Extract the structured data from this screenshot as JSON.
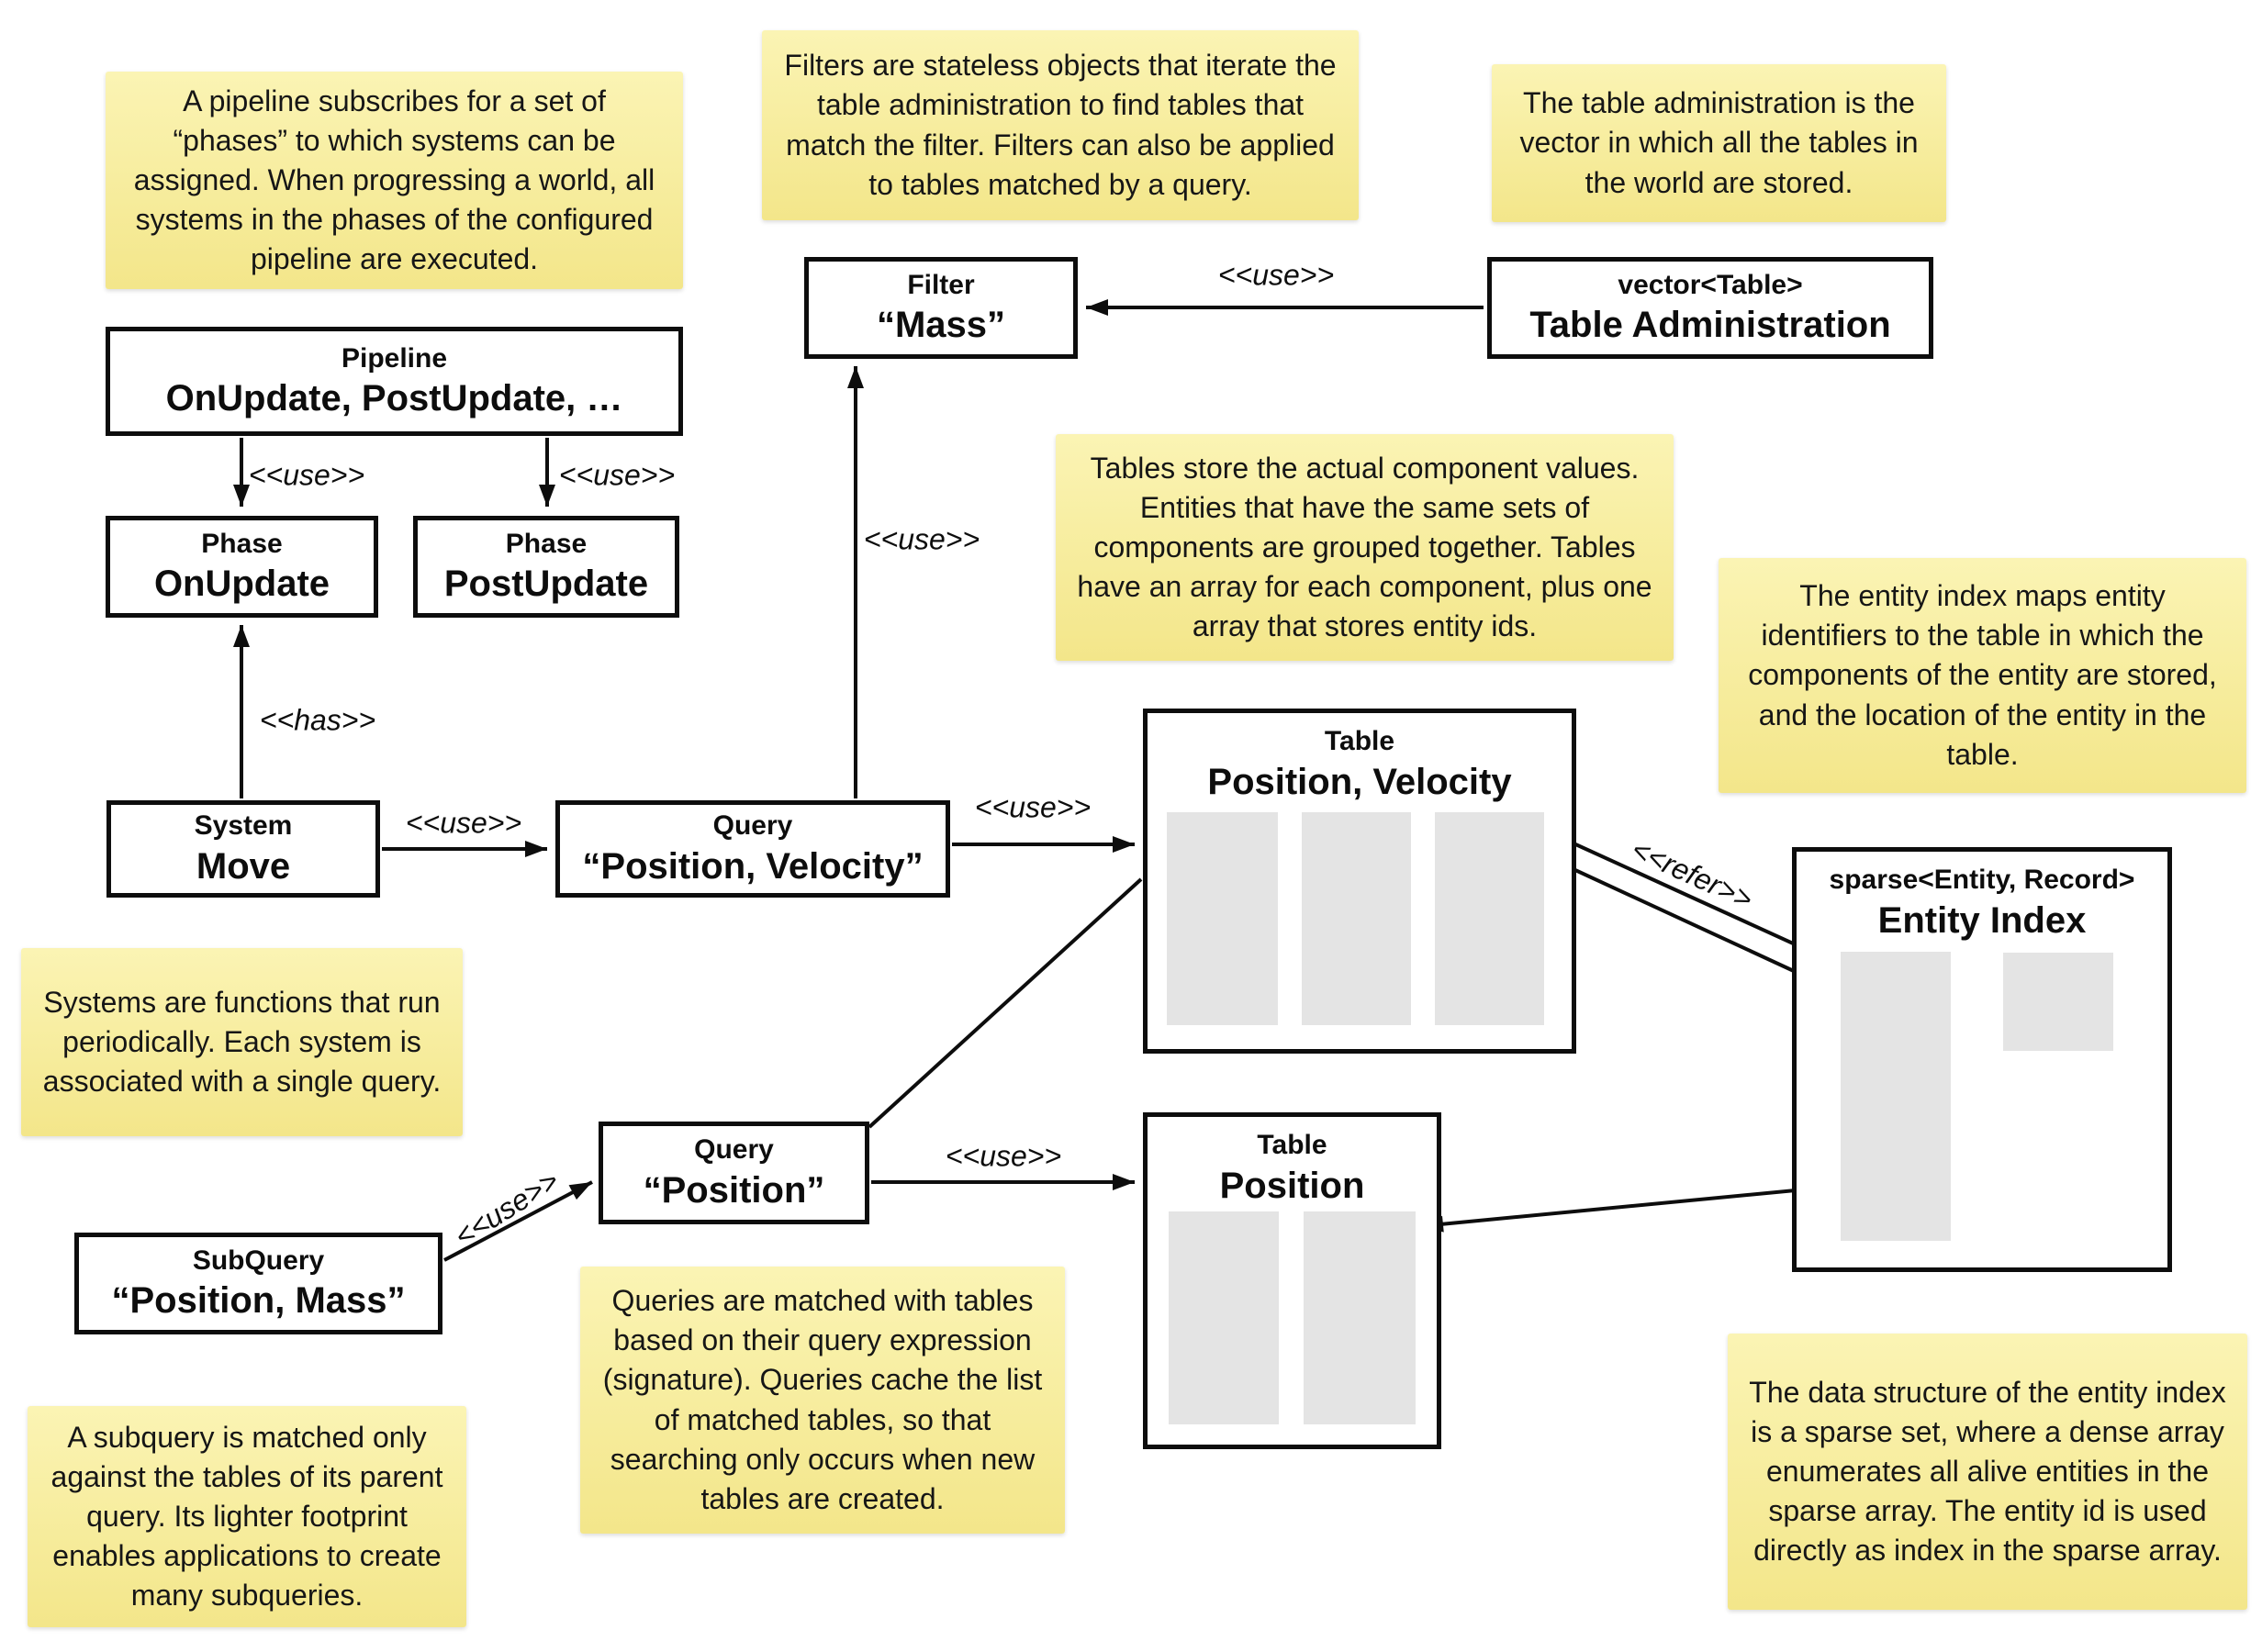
{
  "colors": {
    "note_top": "#fbf4b4",
    "note_bottom": "#f3e68a",
    "ink": "#0d0d0d",
    "array_fill": "#e4e4e4",
    "bg": "#ffffff"
  },
  "notes": {
    "pipeline": "A pipeline subscribes for a set of “phases” to which systems can be assigned. When progressing a world, all systems in the phases of the configured pipeline are executed.",
    "filters": "Filters are stateless objects that iterate the table administration to find tables that match the filter. Filters can also be applied to tables matched by a query.",
    "table_admin": "The table administration is the vector in which all the tables in the world are stored.",
    "tables": "Tables store the actual component values. Entities that have the same sets of components are grouped together. Tables have an array for each component, plus one array that stores entity ids.",
    "entity_index": "The entity index maps entity identifiers to the table in which the components of the entity are stored, and the location of the entity in the table.",
    "systems": "Systems are functions that run periodically. Each system is associated with a single query.",
    "queries": "Queries are matched with tables based on their query expression (signature). Queries cache the list of matched tables, so that searching only occurs when new tables are created.",
    "subquery": "A subquery is matched only against the tables of its parent query. Its lighter footprint enables applications to create many subqueries.",
    "sparse_set": "The data structure of the entity index is a sparse set, where a dense array enumerates all alive entities in the sparse array. The entity id is used directly as index in the sparse array."
  },
  "boxes": {
    "pipeline": {
      "stereotype": "Pipeline",
      "name": "OnUpdate, PostUpdate, …"
    },
    "phase_onupdate": {
      "stereotype": "Phase",
      "name": "OnUpdate"
    },
    "phase_postupdate": {
      "stereotype": "Phase",
      "name": "PostUpdate"
    },
    "filter_mass": {
      "stereotype": "Filter",
      "name": "“Mass”"
    },
    "table_admin": {
      "stereotype": "vector<Table>",
      "name": "Table Administration"
    },
    "system_move": {
      "stereotype": "System",
      "name": "Move"
    },
    "query_pos_vel": {
      "stereotype": "Query",
      "name": "“Position, Velocity”"
    },
    "query_pos": {
      "stereotype": "Query",
      "name": "“Position”"
    },
    "subquery": {
      "stereotype": "SubQuery",
      "name": "“Position, Mass”"
    },
    "table_pos_vel": {
      "stereotype": "Table",
      "name": "Position, Velocity"
    },
    "table_pos": {
      "stereotype": "Table",
      "name": "Position"
    },
    "entity_index": {
      "stereotype": "sparse<Entity, Record>",
      "name": "Entity Index"
    }
  },
  "edge_labels": {
    "use": "<<use>>",
    "has": "<<has>>",
    "refer": "<<refer>>"
  }
}
